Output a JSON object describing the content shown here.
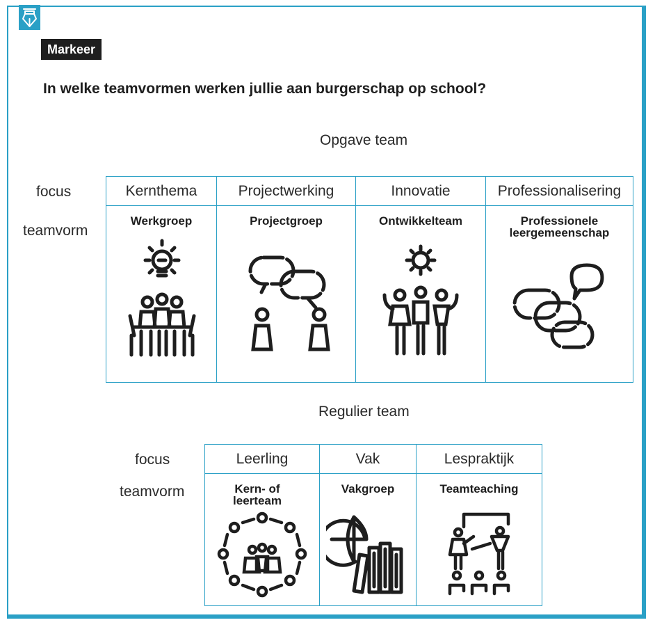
{
  "badge": {
    "icon": "pen-nib-icon"
  },
  "markeer_label": "Markeer",
  "question": "In welke teamvormen werken jullie aan burgerschap op school?",
  "opgave": {
    "caption": "Opgave team",
    "focus_label": "focus",
    "teamvorm_label": "teamvorm",
    "columns": [
      {
        "focus": "Kernthema",
        "teamvorm": "Werkgroep",
        "icon": "lightbulb-group-meeting-icon"
      },
      {
        "focus": "Projectwerking",
        "teamvorm": "Projectgroep",
        "icon": "chain-link-people-icon"
      },
      {
        "focus": "Innovatie",
        "teamvorm": "Ontwikkelteam",
        "icon": "gear-team-icon"
      },
      {
        "focus": "Professionalisering",
        "teamvorm": "Professionele leergemeenschap",
        "icon": "speech-bubbles-icon"
      }
    ]
  },
  "regulier": {
    "caption": "Regulier team",
    "focus_label": "focus",
    "teamvorm_label": "teamvorm",
    "columns": [
      {
        "focus": "Leerling",
        "teamvorm": "Kern- of leerteam",
        "icon": "circle-group-icon"
      },
      {
        "focus": "Vak",
        "teamvorm": "Vakgroep",
        "icon": "globe-books-icon"
      },
      {
        "focus": "Lespraktijk",
        "teamvorm": "Teamteaching",
        "icon": "presentation-board-icon"
      }
    ]
  },
  "colors": {
    "accent": "#2aa0c6",
    "ink": "#1e1e1e"
  }
}
